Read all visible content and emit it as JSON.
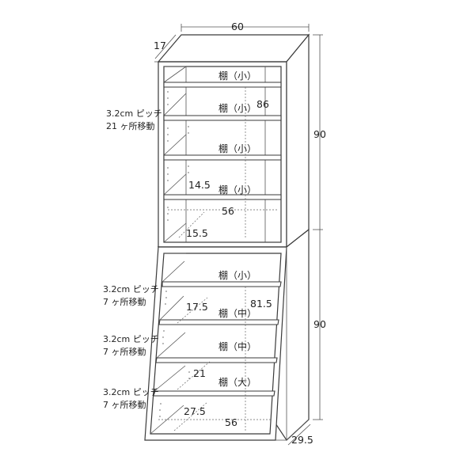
{
  "dimensions": {
    "top_width": "60",
    "top_depth": "17",
    "bottom_depth": "29.5",
    "upper_height": "90",
    "lower_height": "90",
    "upper_inner_height": "86",
    "lower_inner_height": "81.5",
    "upper_inner_width": "56",
    "lower_inner_width": "56",
    "upper_shelf_depth": "14.5",
    "upper_bottom_depth": "15.5",
    "lower_shelf_depth_1": "17.5",
    "lower_shelf_depth_2": "21",
    "lower_bottom_depth": "27.5"
  },
  "shelves": {
    "s1": "棚（小）",
    "s2": "棚（小）",
    "s3": "棚（小）",
    "s4": "棚（小）",
    "s5": "棚（小）",
    "s6": "棚（中）",
    "s7": "棚（中）",
    "s8": "棚（大）"
  },
  "notes": {
    "n1_line1": "3.2cm ピッチ",
    "n1_line2": "21 ヶ所移動",
    "n2_line1": "3.2cm ピッチ",
    "n2_line2": "7 ヶ所移動",
    "n3_line1": "3.2cm ピッチ",
    "n3_line2": "7 ヶ所移動",
    "n4_line1": "3.2cm ピッチ",
    "n4_line2": "7 ヶ所移動"
  }
}
